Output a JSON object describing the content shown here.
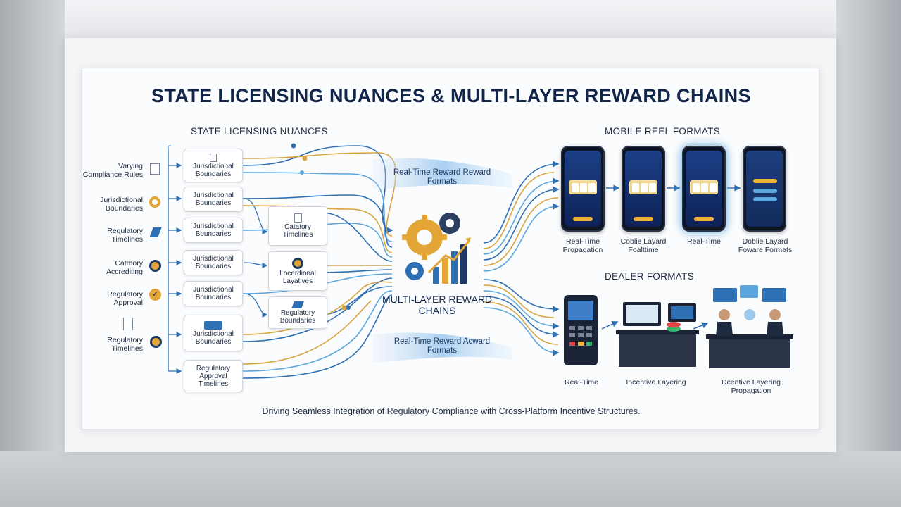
{
  "title": "STATE LICENSING NUANCES & MULTI-LAYER REWARD CHAINS",
  "sections": {
    "licensing": "STATE LICENSING NUANCES",
    "mobile": "MOBILE REEL FORMATS",
    "dealer": "DEALER FORMATS"
  },
  "left_labels": [
    "Varying Compliance Rules",
    "Jurisdictional Boundaries",
    "Regulatory Timelines",
    "Catmory Accrediting",
    "Regulatory Approval",
    "Regulatory Timelines"
  ],
  "boxes_col1": [
    "Jurisdictional Boundaries",
    "Jurisdictional Boundaries",
    "Jurisdictional Boundaries",
    "Jurisdictional Boundaries",
    "Jurisdictional Boundaries",
    "Jurisdictional Boundaries",
    "Regulatory Approval Timelines"
  ],
  "boxes_col2": [
    "Catatory Timelines",
    "Locerdional Layatives",
    "Regulatory Boundaries"
  ],
  "hub": {
    "label": "MULTI-LAYER REWARD CHAINS"
  },
  "bands": {
    "top": "Real-Time Reward Reward Formats",
    "bottom": "Real-Time Reward Acward Formats"
  },
  "mobile_captions": [
    "Real-Time Propagation",
    "Coblie Layard Foalttime",
    "Real-Time",
    "Doblie Layard Foware Formats"
  ],
  "dealer_captions": [
    "Real-Time",
    "Incentive Layering",
    "Dcentive Layering Propagation"
  ],
  "footer": "Driving Seamless Integration of Regulatory Compliance with Cross-Platform Incentive Structures.",
  "colors": {
    "navy": "#12254a",
    "line_blue": "#2f6fb3",
    "line_gold": "#d7a33f",
    "line_sky": "#5aa6dd",
    "accent_gold": "#e2a536"
  },
  "icons": [
    "document-icon",
    "gear-icon",
    "pen-icon",
    "seal-icon",
    "checkmark-icon",
    "gears-chart-icon",
    "phone-icon",
    "card-terminal-icon",
    "monitor-icon",
    "chip-stack-icon",
    "dealer-icon"
  ]
}
